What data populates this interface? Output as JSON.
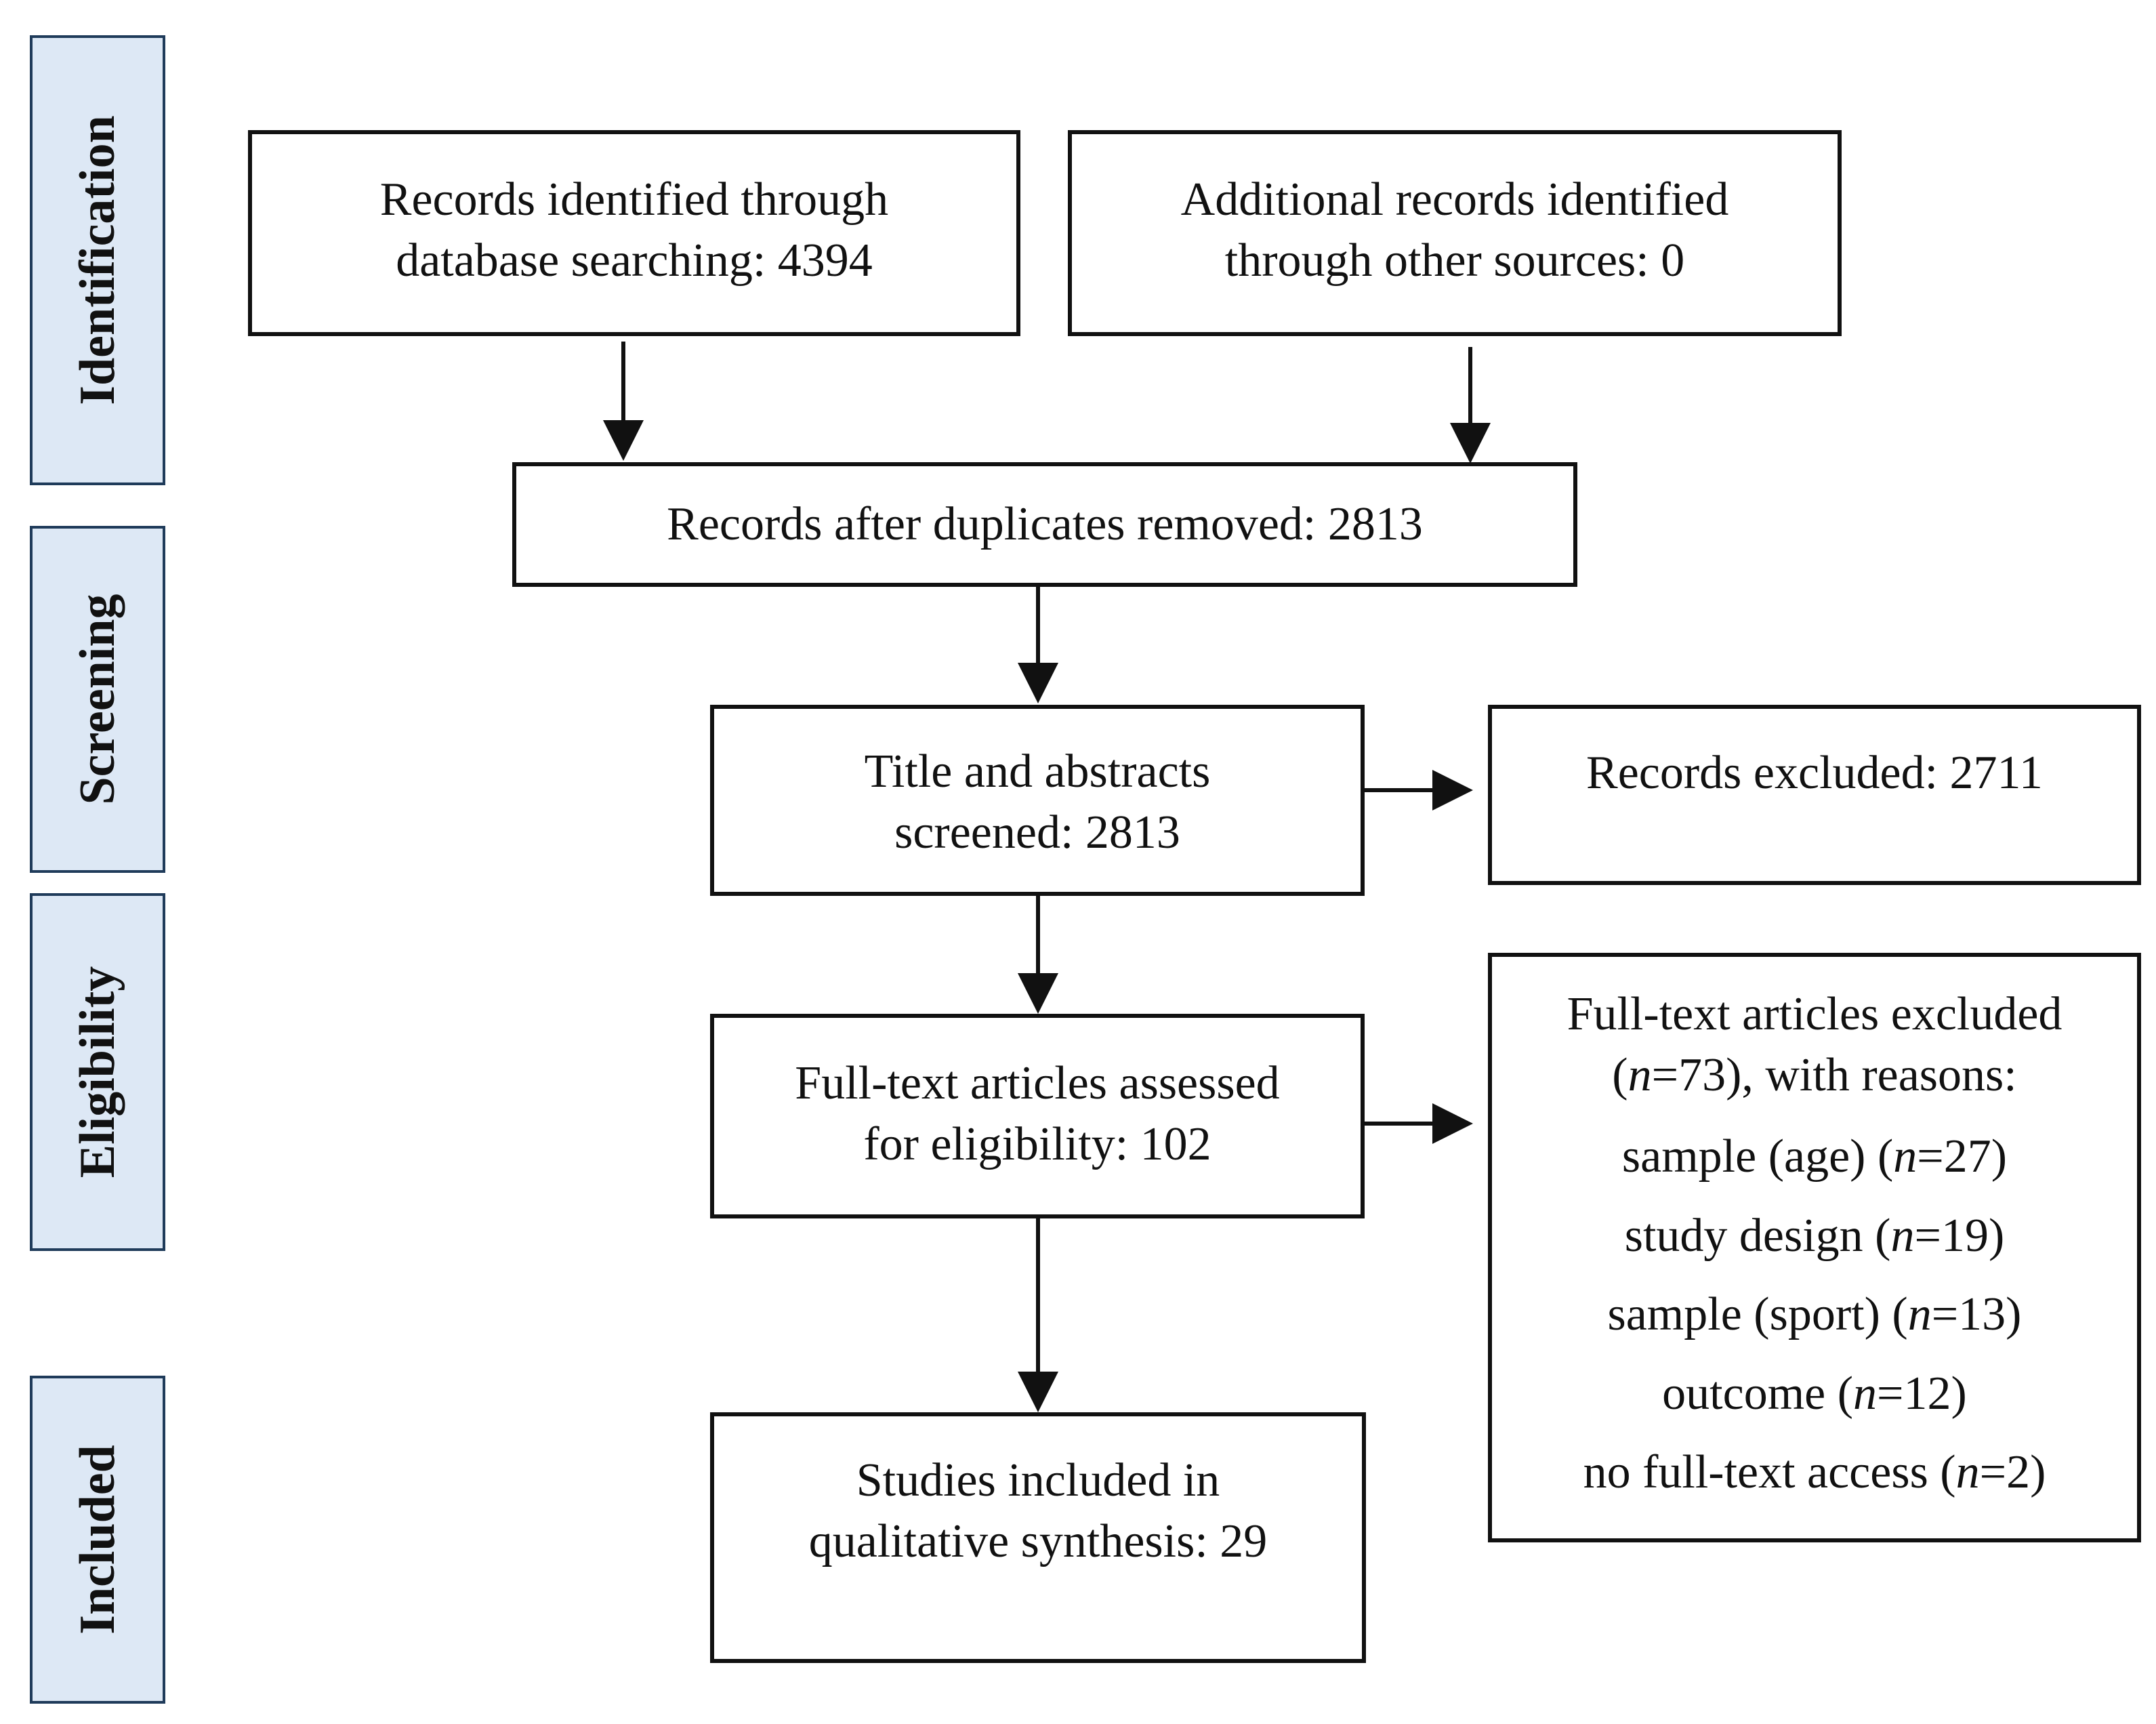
{
  "phases": [
    {
      "label": "Identification"
    },
    {
      "label": "Screening"
    },
    {
      "label": "Eligibility"
    },
    {
      "label": "Included"
    }
  ],
  "boxes": {
    "database_search": {
      "line1": "Records identified through",
      "line2": "database searching: 4394"
    },
    "other_sources": {
      "line1": "Additional records identified",
      "line2": "through other sources: 0"
    },
    "duplicates_removed": {
      "text": "Records after duplicates removed: 2813"
    },
    "screened": {
      "line1": "Title and abstracts",
      "line2": "screened: 2813"
    },
    "records_excluded": {
      "text": "Records excluded: 2711"
    },
    "fulltext_assessed": {
      "line1": "Full-text articles assessed",
      "line2": "for eligibility: 102"
    },
    "fulltext_excluded": {
      "line1": "Full-text articles excluded",
      "line2_pre": "(",
      "line2_n": "n",
      "line2_post": "=73), with reasons:",
      "reasons": [
        {
          "pre": "sample (age) (",
          "n": "n",
          "post": "=27)"
        },
        {
          "pre": "study design (",
          "n": "n",
          "post": "=19)"
        },
        {
          "pre": "sample (sport) (",
          "n": "n",
          "post": "=13)"
        },
        {
          "pre": "outcome (",
          "n": "n",
          "post": "=12)"
        },
        {
          "pre": "no full-text access (",
          "n": "n",
          "post": "=2)"
        }
      ]
    },
    "included": {
      "line1": "Studies included in",
      "line2": "qualitative synthesis: 29"
    }
  }
}
